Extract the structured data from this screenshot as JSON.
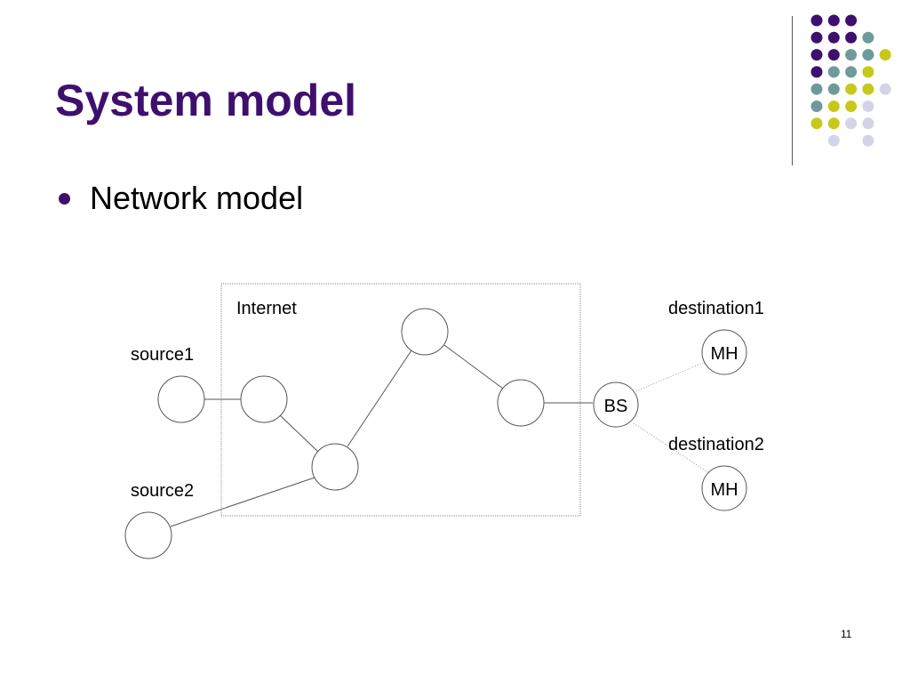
{
  "slide": {
    "title": "System model",
    "bullet": "Network model",
    "page_number": "11"
  },
  "colors": {
    "title": "#3f0f6e",
    "bullet": "#3f0f6e",
    "purple": "#3f0f6e",
    "teal": "#6f9a9a",
    "yellow": "#c8c81c",
    "lavender": "#d4d4e8"
  },
  "decoration": {
    "dot_grid_colors": [
      [
        "purple",
        "purple",
        "purple",
        null,
        null
      ],
      [
        "purple",
        "purple",
        "purple",
        "teal",
        null
      ],
      [
        "purple",
        "purple",
        "teal",
        "teal",
        "yellow"
      ],
      [
        "purple",
        "teal",
        "teal",
        "yellow",
        null
      ],
      [
        "teal",
        "teal",
        "yellow",
        "yellow",
        "lavender"
      ],
      [
        "teal",
        "yellow",
        "yellow",
        "lavender",
        null
      ],
      [
        "yellow",
        "yellow",
        "lavender",
        "lavender",
        null
      ],
      [
        null,
        "lavender",
        null,
        "lavender",
        null
      ]
    ]
  },
  "diagram": {
    "internet_label": "Internet",
    "source1_label": "source1",
    "source2_label": "source2",
    "destination1_label": "destination1",
    "destination2_label": "destination2",
    "bs_label": "BS",
    "mh1_label": "MH",
    "mh2_label": "MH"
  }
}
